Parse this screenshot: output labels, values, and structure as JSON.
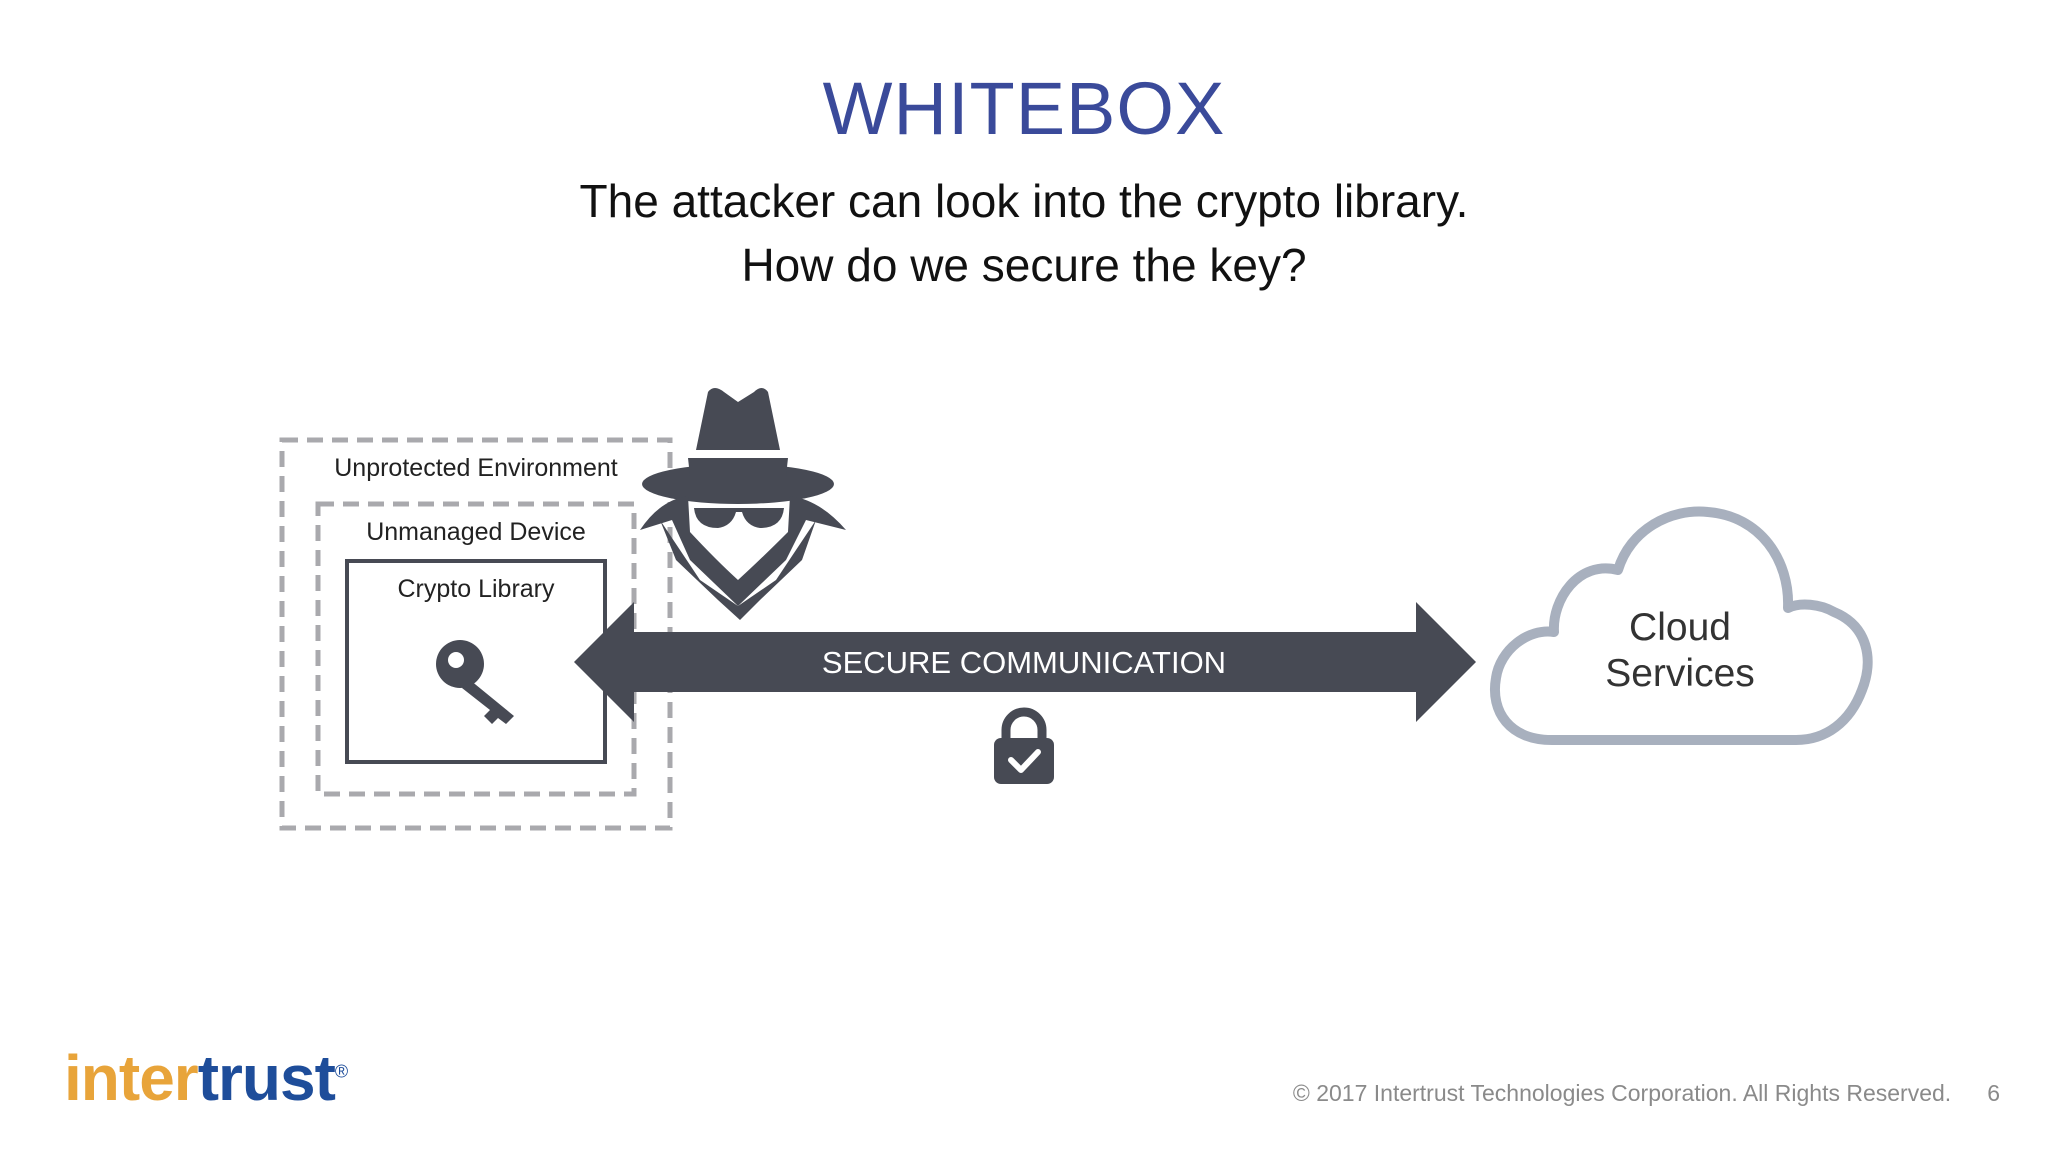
{
  "slide": {
    "title": "WHITEBOX",
    "subtitle_line1": "The attacker can look into the crypto library.",
    "subtitle_line2": "How do we secure the key?"
  },
  "diagram": {
    "outer_box_label": "Unprotected Environment",
    "middle_box_label": "Unmanaged Device",
    "inner_box_label": "Crypto Library",
    "arrow_label": "SECURE COMMUNICATION",
    "cloud_label_line1": "Cloud",
    "cloud_label_line2": "Services",
    "icons": [
      "key-icon",
      "attacker-icon",
      "padlock-check-icon",
      "cloud-icon"
    ]
  },
  "footer": {
    "logo_part1": "inter",
    "logo_part2": "trust",
    "logo_mark": "®",
    "copyright": "© 2017 Intertrust Technologies Corporation. All Rights Reserved.",
    "page_number": "6"
  },
  "colors": {
    "title": "#3a4a9a",
    "arrow": "#474a54",
    "dashed_border": "#a9a9ad",
    "cloud_stroke": "#a8b0be",
    "logo_orange": "#e8a43a",
    "logo_blue": "#1e4d9a"
  }
}
